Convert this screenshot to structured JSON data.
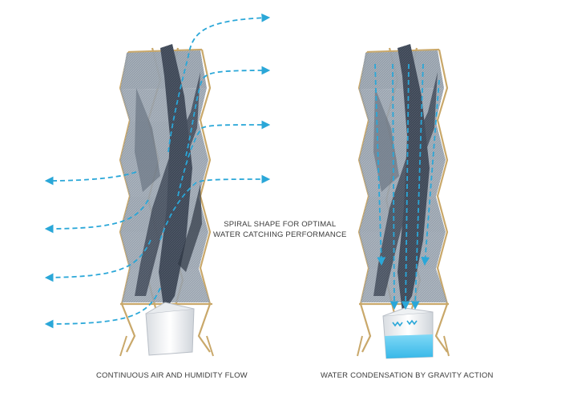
{
  "captions": {
    "left": "CONTINUOUS AIR AND HUMIDITY FLOW",
    "right": "WATER CONDENSATION BY GRAVITY ACTION",
    "middle_line1": "SPIRAL SHAPE FOR OPTIMAL",
    "middle_line2": "WATER CATCHING PERFORMANCE"
  },
  "colors": {
    "arrow": "#2aa7d8",
    "mesh_light": "#8b96a3",
    "mesh_dark": "#3c4553",
    "frame": "#c9a86a",
    "water": "#5ccaf0",
    "background": "#ffffff"
  },
  "icons": {
    "arrow": "dashed-arrow-icon",
    "tower": "warka-tower-icon",
    "basin": "water-basin-icon",
    "droplets": "water-drop-icon"
  }
}
